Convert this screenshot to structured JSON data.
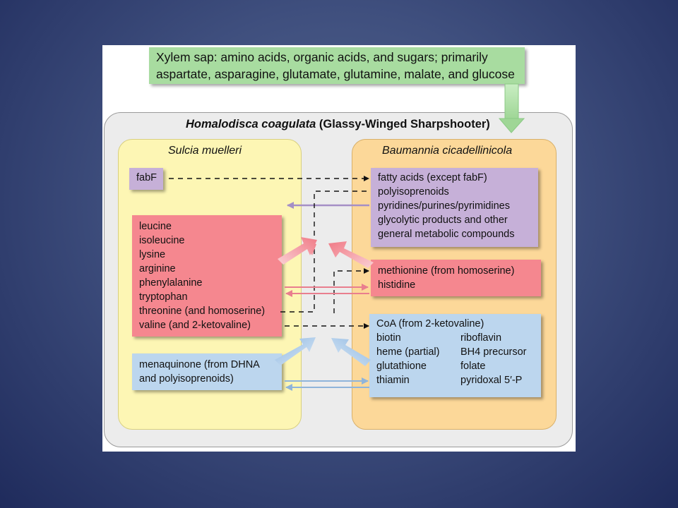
{
  "xylem": {
    "line1": "Xylem sap: amino acids, organic acids, and sugars; primarily",
    "line2": "aspartate, asparagine, glutamate, glutamine, malate, and glucose"
  },
  "host": {
    "name": "Homalodisca coagulata",
    "common": " (Glassy-Winged Sharpshooter)"
  },
  "sulcia": {
    "name": "Sulcia muelleri",
    "fab": "fabF",
    "amino_acids": [
      "leucine",
      "isoleucine",
      "lysine",
      "arginine",
      "phenylalanine",
      "tryptophan",
      "threonine (and homoserine)",
      "valine (and 2-ketovaline)"
    ],
    "menaquinone": [
      "menaquinone (from DHNA",
      "and polyisoprenoids)"
    ]
  },
  "baumannia": {
    "name": "Baumannia cicadellinicola",
    "general": [
      "fatty acids (except fabF)",
      "polyisoprenoids",
      "pyridines/purines/pyrimidines",
      "glycolytic products and other",
      "general metabolic compounds"
    ],
    "amino": [
      "methionine (from homoserine)",
      "histidine"
    ],
    "cofactors_header": "CoA (from 2-ketovaline)",
    "cofactors_left": [
      "biotin",
      "heme (partial)",
      "glutathione",
      "thiamin"
    ],
    "cofactors_right": [
      "riboflavin",
      "BH4 precursor",
      "folate",
      "pyridoxal 5′-P"
    ]
  },
  "colors": {
    "xylem": "#a8dca0",
    "purple": "#c6b0d8",
    "red": "#f5878f",
    "blue": "#bcd6ee",
    "sulcia_bg": "#fdf6b4",
    "baumannia_bg": "#fcd899"
  }
}
